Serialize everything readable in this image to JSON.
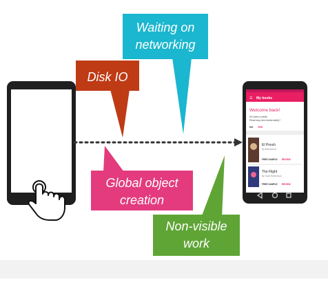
{
  "bubbles": {
    "networking": {
      "line1": "Waiting on",
      "line2": "networking",
      "color": "#1BB6CF"
    },
    "disk": {
      "text": "Disk IO",
      "color": "#BE3B16"
    },
    "global": {
      "line1": "Global object",
      "line2": "creation",
      "color": "#E33B7E"
    },
    "nonvisible": {
      "line1": "Non-visible",
      "line2": "work",
      "color": "#5FA536"
    }
  },
  "phone_app": {
    "toolbar_title": "My books",
    "welcome_title": "Welcome back!",
    "welcome_line1": "It's been a while.",
    "welcome_line2": "Read any new books lately?",
    "action_no": "NO",
    "action_yes": "YES",
    "books": [
      {
        "title": "El Pooch",
        "author": "By Ilias Barrow",
        "sample": "FREE SAMPLE",
        "review": "REVIEW",
        "cover_color": "#5c3b2e"
      },
      {
        "title": "The Flight",
        "author": "By Scott Hutchinson",
        "sample": "FREE SAMPLE",
        "review": "REVIEW",
        "cover_color": "#2e3a7a"
      }
    ],
    "accent_color": "#E91E63"
  },
  "colors": {
    "phone_body": "#1f1f1f",
    "arrow": "#333333"
  }
}
